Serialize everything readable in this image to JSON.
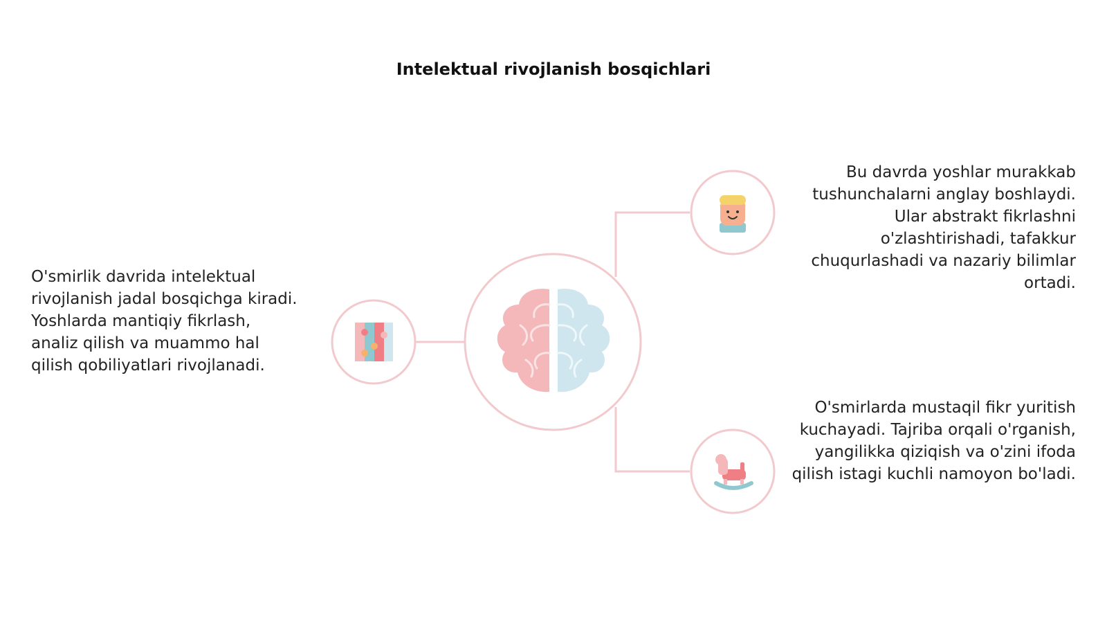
{
  "title": "Intelektual rivojlanish bosqichlari",
  "left_text": "O'smirlik davrida intelektual rivojlanish jadal bosqichga kiradi. Yoshlarda mantiqiy fikrlash, analiz qilish va muammo hal qilish qobiliyatlari rivojlanadi.",
  "top_right_text": "Bu davrda yoshlar murakkab tushunchalarni anglay boshlaydi. Ular abstrakt fikrlashni o'zlashtirishadi, tafakkur chuqurlashadi va nazariy bilimlar ortadi.",
  "bottom_right_text": "O'smirlarda mustaqil fikr yuritish kuchayadi. Tajriba orqali o'rganish, yangilikka qiziqish va o'zini ifoda qilish istagi kuchli namoyon bo'ladi.",
  "icons": {
    "center": "brain-icon",
    "left": "puzzle-icon",
    "top_right": "child-face-icon",
    "bottom_right": "rocking-horse-icon"
  },
  "colors": {
    "line": "#f2c9cc",
    "brain_left": "#f4b8bb",
    "brain_right": "#cfe6ee",
    "accent_red": "#ef7f85",
    "accent_teal": "#8fc9cf"
  }
}
